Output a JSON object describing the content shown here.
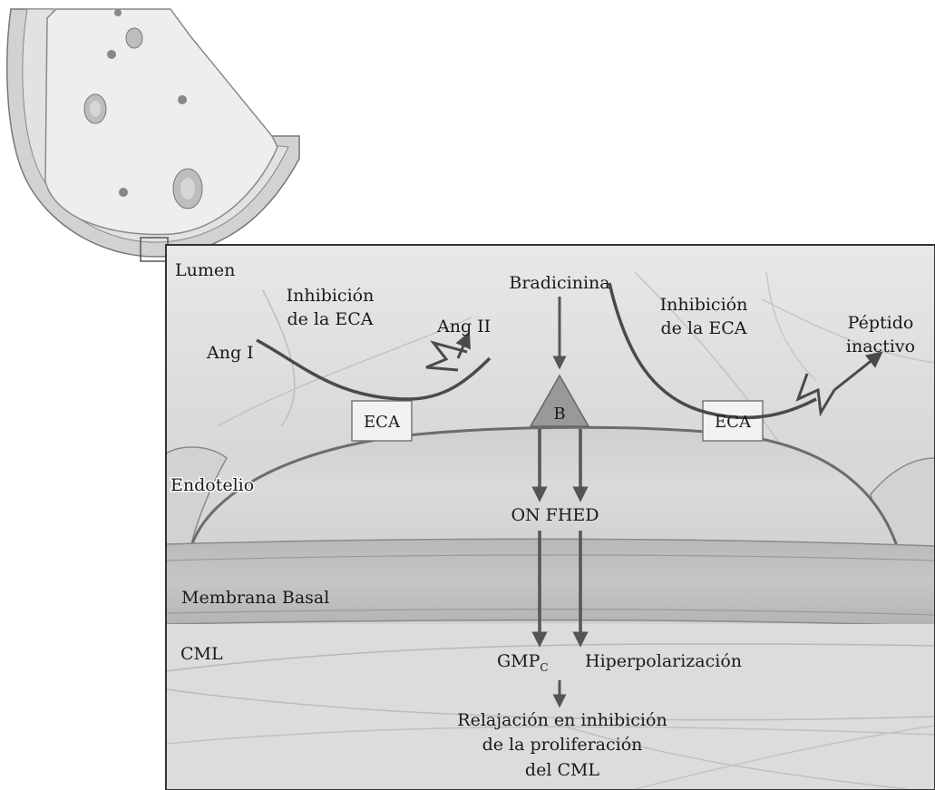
{
  "labels": {
    "lumen": "Lumen",
    "inhib_left_1": "Inhibición",
    "inhib_left_2": "de la ECA",
    "ang_i": "Ang I",
    "ang_ii": "Ang II",
    "bradicinina": "Bradicinina",
    "inhib_right_1": "Inhibición",
    "inhib_right_2": "de la ECA",
    "peptido_1": "Péptido",
    "peptido_2": "inactivo",
    "eca_left": "ECA",
    "eca_right": "ECA",
    "receptor_b": "B",
    "endotelio": "Endotelio",
    "on_fhed": "ON FHED",
    "membrana_basal": "Membrana Basal",
    "cml": "CML",
    "gmp": "GMP",
    "gmp_sub": "C",
    "hiperpolarizacion": "Hiperpolarización",
    "relajacion_1": "Relajación en inhibición",
    "relajacion_2": "de la proliferación",
    "relajacion_3": "del CML"
  },
  "colors": {
    "tissue_light": "#e6e6e6",
    "tissue_mid": "#cfcfcf",
    "tissue_dark": "#a9a9a9",
    "arrow": "#555555",
    "outline": "#6a6a6a"
  }
}
